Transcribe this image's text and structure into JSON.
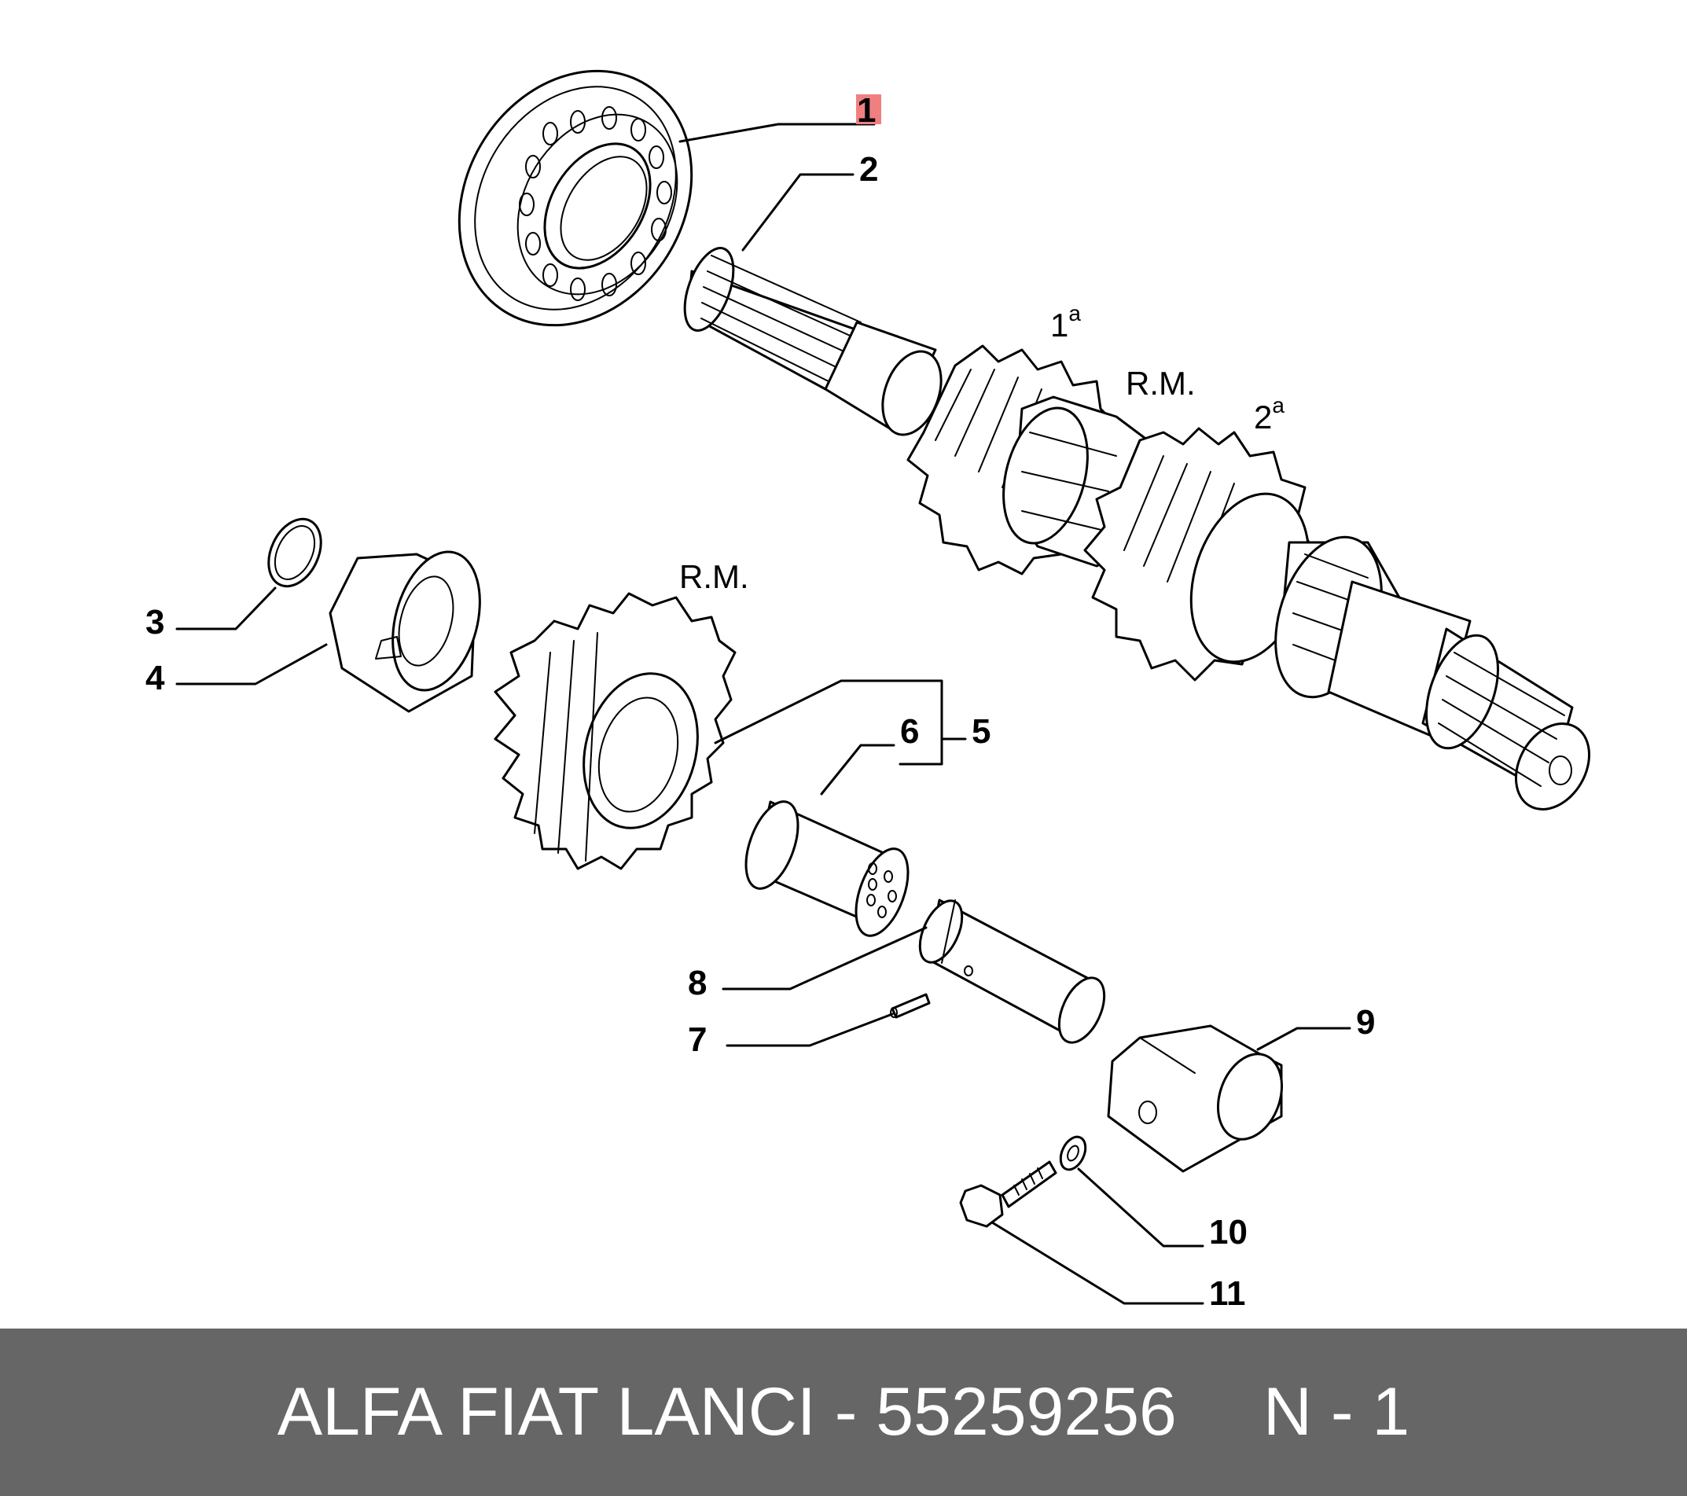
{
  "callouts": {
    "c1": "1",
    "c2": "2",
    "c3": "3",
    "c4": "4",
    "c5": "5",
    "c6": "6",
    "c7": "7",
    "c8": "8",
    "c9": "9",
    "c10": "10",
    "c11": "11"
  },
  "gear_labels": {
    "first": "1",
    "first_sup": "a",
    "reverse_top": "R.M.",
    "second": "2",
    "second_sup": "a",
    "reverse_idler": "R.M."
  },
  "highlight_color": "#f08080",
  "footer": {
    "brand": "ALFA FIAT LANCI",
    "separator": " - ",
    "part_number": "55259256",
    "position": "N - 1"
  }
}
